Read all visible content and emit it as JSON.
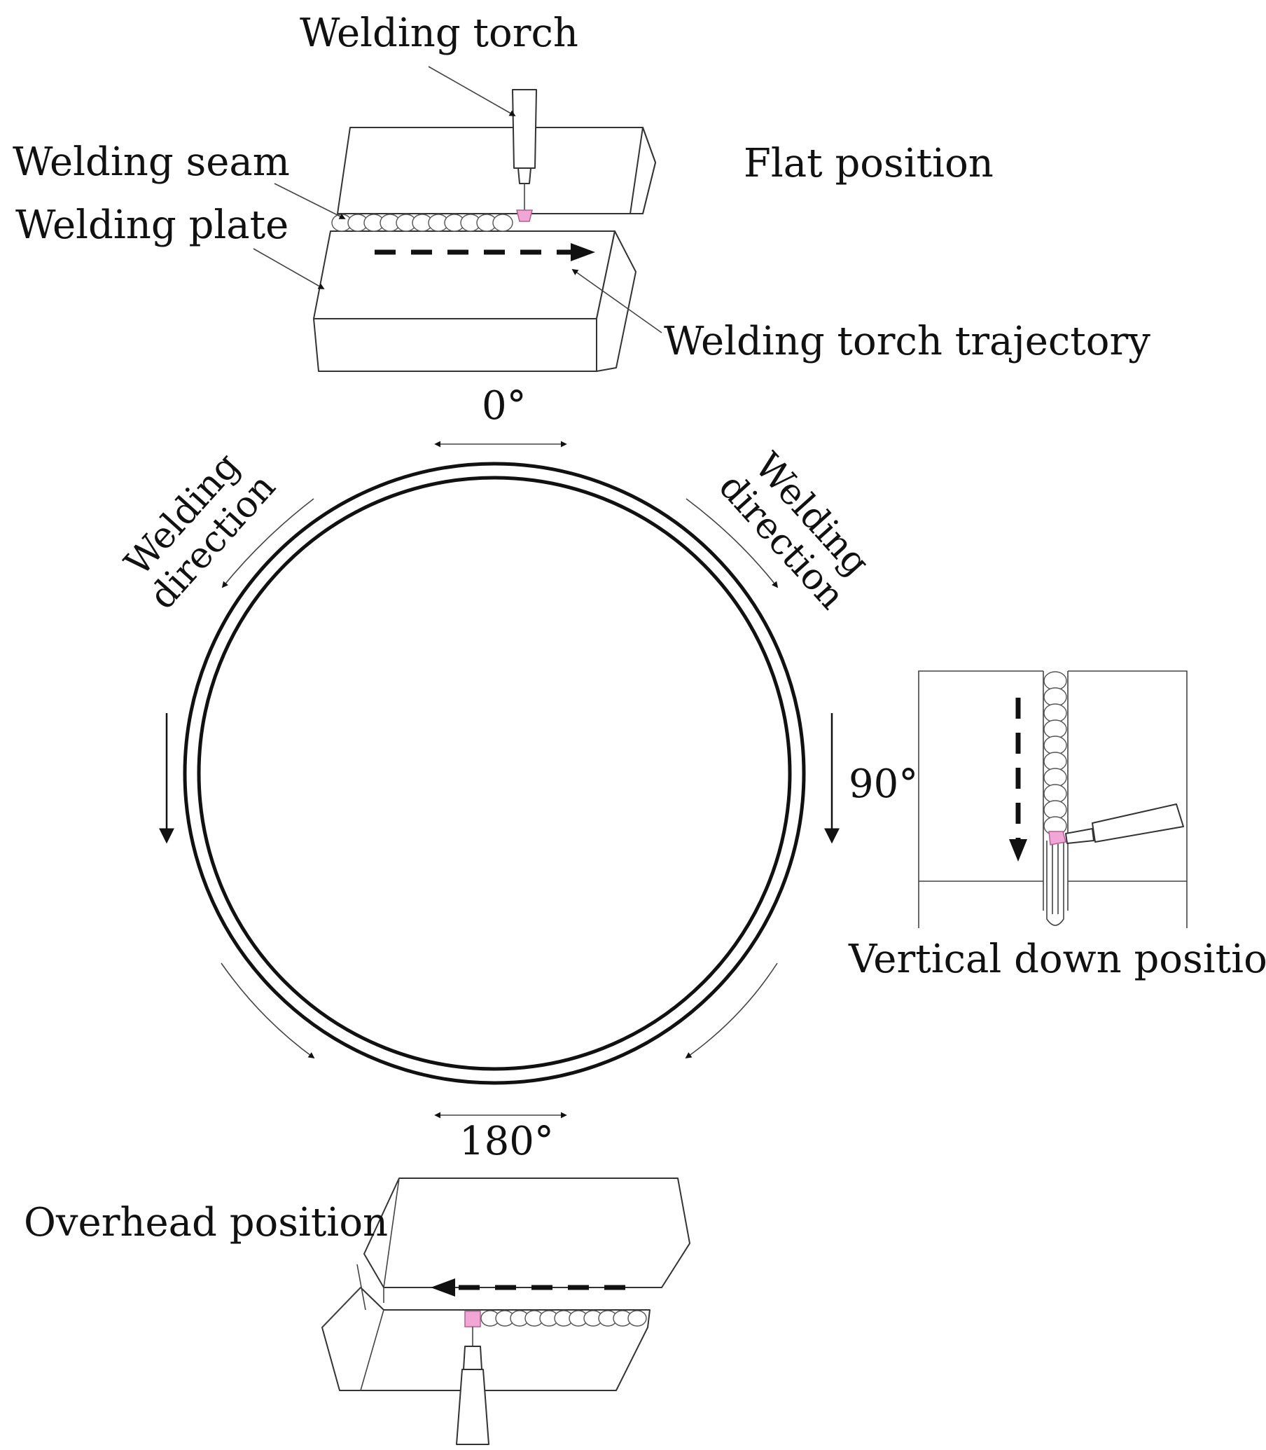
{
  "labels": {
    "welding_torch": "Welding torch",
    "welding_seam": "Welding seam",
    "welding_plate": "Welding plate",
    "flat_position": "Flat position",
    "torch_trajectory": "Welding torch trajectory",
    "angle_0": "0°",
    "angle_90": "90°",
    "angle_180": "180°",
    "welding_direction_left_1": "Welding",
    "welding_direction_left_2": "direction",
    "welding_direction_right_1": "Welding",
    "welding_direction_right_2": "direction",
    "vertical_down_position": "Vertical down position",
    "overhead_position": "Overhead position"
  },
  "colors": {
    "line": "#333333",
    "text": "#111111",
    "weld_pool": "#f2a6d6"
  }
}
